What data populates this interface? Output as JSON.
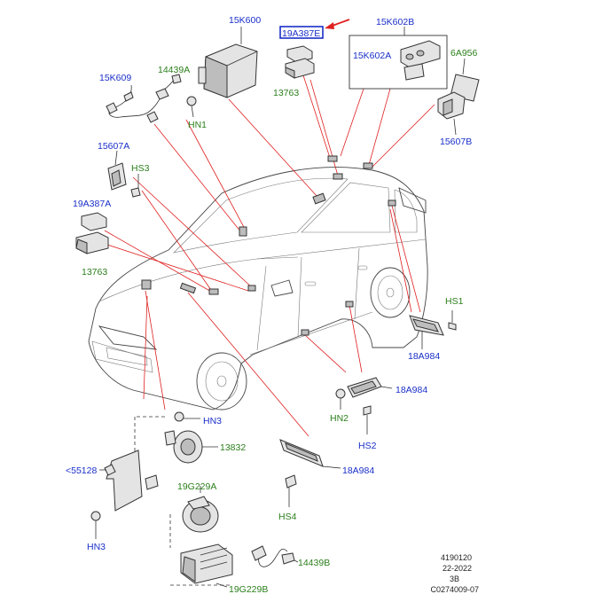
{
  "labels": {
    "p15K600": "15K600",
    "p19A387E": "19A387E",
    "p15K602B": "15K602B",
    "p15K602A": "15K602A",
    "p6A956": "6A956",
    "p15K609": "15K609",
    "p14439A": "14439A",
    "p13763_top": "13763",
    "pHN1": "HN1",
    "p15607A": "15607A",
    "pHS3": "HS3",
    "p15607B": "15607B",
    "p19A387A": "19A387A",
    "p13763_left": "13763",
    "pHS1": "HS1",
    "p18A984_right": "18A984",
    "p18A984_mid": "18A984",
    "pHN2": "HN2",
    "pHS2": "HS2",
    "pHN3_top": "HN3",
    "p13832": "13832",
    "p55128": "<55128",
    "p19G229A": "19G229A",
    "p18A984_low": "18A984",
    "pHS4": "HS4",
    "pHN3_bottom": "HN3",
    "p14439B": "14439B",
    "p19G229B": "19G229B"
  },
  "footer": {
    "line1": "4190120",
    "line2": "22-2022",
    "line3": "3B",
    "line4": "C0274009-07"
  },
  "colors": {
    "blue_label": "#1a2fc8",
    "green_label": "#2a7f1a",
    "leader_line": "#e02020",
    "highlight_box": "#1a2fc8",
    "arrow": "#e02020"
  }
}
